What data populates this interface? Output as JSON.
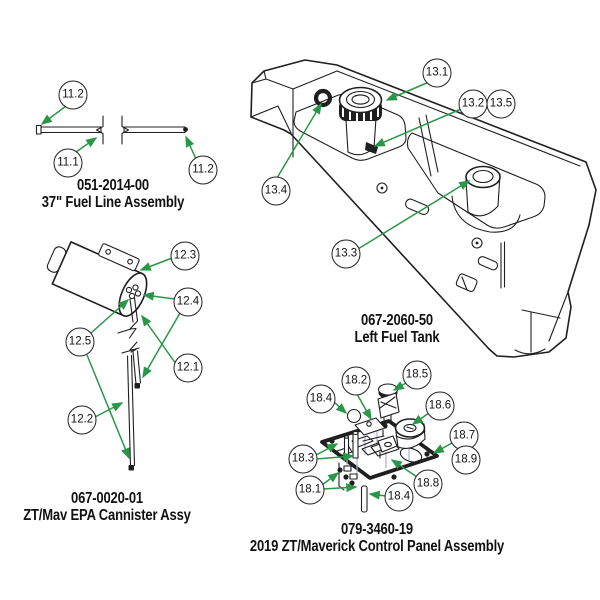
{
  "page": {
    "background": "#ffffff",
    "description_labels": {
      "type": "exploded-parts-diagrams"
    }
  },
  "colors": {
    "line_art": "#1f1f1f",
    "leader_arrow_green": "#2a9648",
    "projection_line_blue": "#a9aedd",
    "callout_fill": "#ffffff"
  },
  "diagrams": [
    {
      "id": "fuel-line-assembly",
      "part_number": "051-2014-00",
      "title": "37\" Fuel Line Assembly",
      "callouts": [
        {
          "label": "11.2"
        },
        {
          "label": "11.1"
        },
        {
          "label": "11.2"
        }
      ]
    },
    {
      "id": "left-fuel-tank",
      "part_number": "067-2060-50",
      "title": "Left Fuel Tank",
      "callouts": [
        {
          "label": "13.1"
        },
        {
          "label": "13.2"
        },
        {
          "label": "13.5"
        },
        {
          "label": "13.4"
        },
        {
          "label": "13.3"
        }
      ]
    },
    {
      "id": "epa-cannister-assy",
      "part_number": "067-0020-01",
      "title": "ZT/Mav EPA Cannister Assy",
      "callouts": [
        {
          "label": "12.3"
        },
        {
          "label": "12.4"
        },
        {
          "label": "12.5"
        },
        {
          "label": "12.1"
        },
        {
          "label": "12.2"
        }
      ]
    },
    {
      "id": "control-panel-assembly",
      "part_number": "079-3460-19",
      "title": "2019 ZT/Maverick Control Panel Assembly",
      "callouts": [
        {
          "label": "18.2"
        },
        {
          "label": "18.5"
        },
        {
          "label": "18.4"
        },
        {
          "label": "18.6"
        },
        {
          "label": "18.7"
        },
        {
          "label": "18.9"
        },
        {
          "label": "18.3"
        },
        {
          "label": "18.1"
        },
        {
          "label": "18.8"
        },
        {
          "label": "18.4"
        }
      ]
    }
  ]
}
